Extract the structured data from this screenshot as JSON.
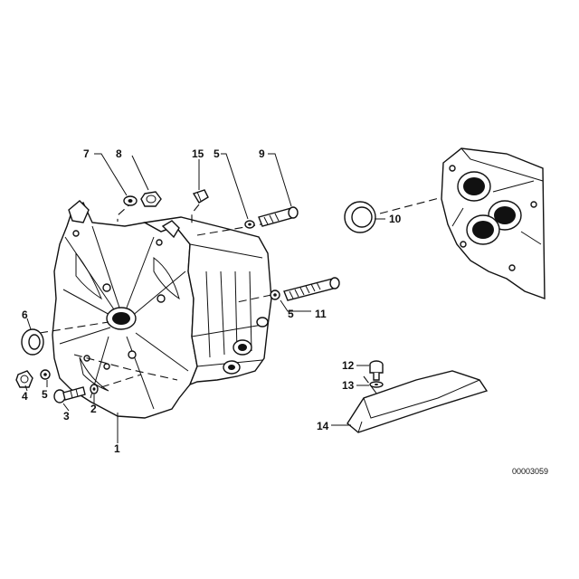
{
  "diagram": {
    "drawing_number": "00003059",
    "callouts": {
      "c1": "1",
      "c2": "2",
      "c3": "3",
      "c4": "4",
      "c5a": "5",
      "c5b": "5",
      "c5c": "5",
      "c6": "6",
      "c7": "7",
      "c8": "8",
      "c9": "9",
      "c10": "10",
      "c11": "11",
      "c12": "12",
      "c13": "13",
      "c14": "14",
      "c15": "15"
    }
  }
}
